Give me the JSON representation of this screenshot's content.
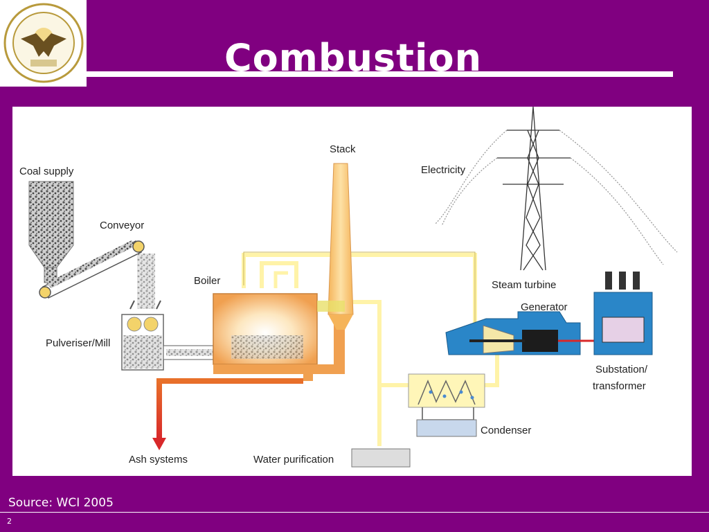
{
  "slide": {
    "title": "Combustion",
    "source": "Source: WCI 2005",
    "page_number": "2"
  },
  "logo": {
    "icon": "university-eagle-seal-icon"
  },
  "diagram": {
    "labels": {
      "coal_supply": "Coal supply",
      "conveyor": "Conveyor",
      "pulveriser": "Pulveriser/Mill",
      "boiler": "Boiler",
      "stack": "Stack",
      "ash_systems": "Ash systems",
      "water_purification": "Water purification",
      "electricity": "Electricity",
      "steam_turbine": "Steam turbine",
      "generator": "Generator",
      "substation_line1": "Substation/",
      "substation_line2": "transformer",
      "condenser": "Condenser"
    },
    "colors": {
      "steam_pipe": "#fff3a8",
      "boiler": "#f0a050",
      "turbine": "#2a86c8",
      "ash_arrow": "#d8282a"
    }
  }
}
